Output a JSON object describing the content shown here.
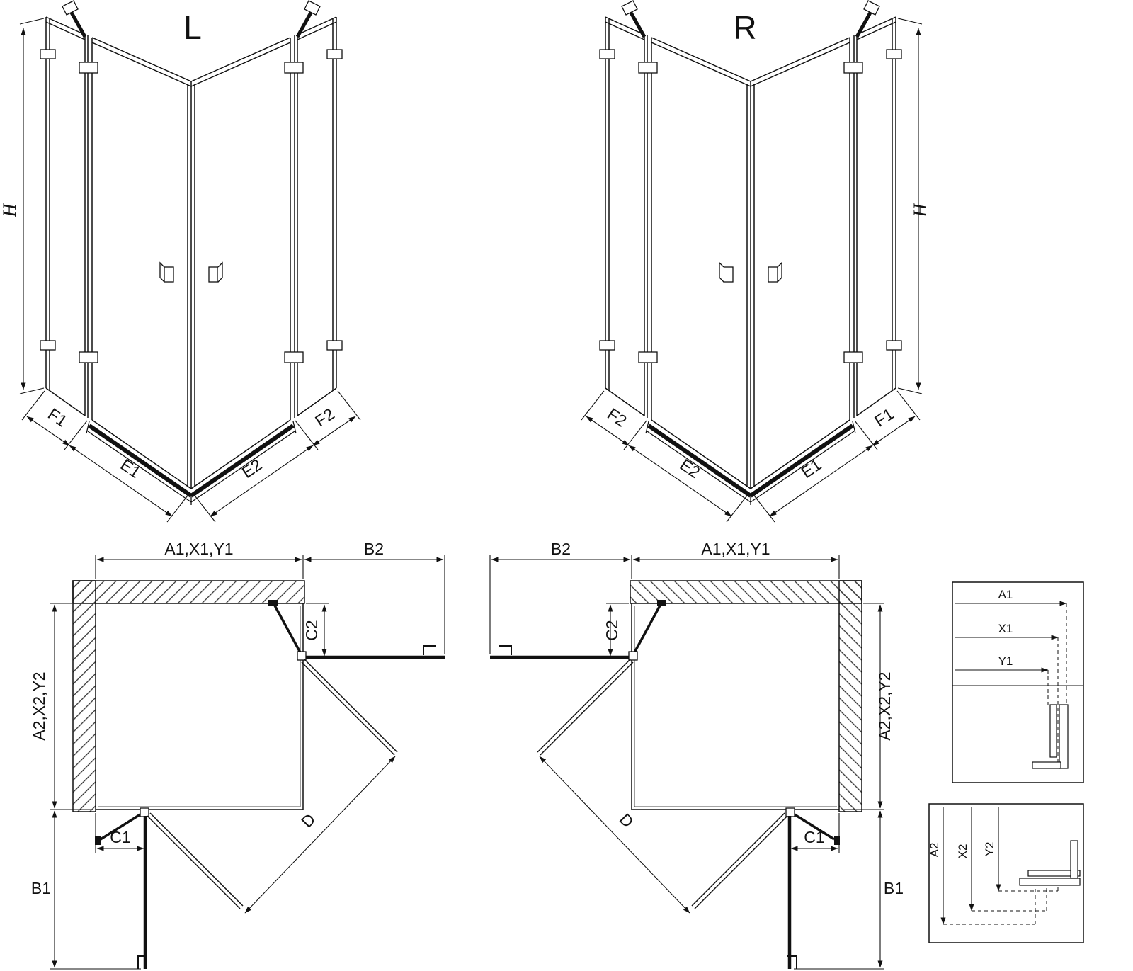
{
  "colors": {
    "line": "#111111",
    "background": "#ffffff"
  },
  "perspective_left": {
    "view_label": "L",
    "height_label": "H",
    "fixed_left": "F1",
    "door_left": "E1",
    "door_right": "E2",
    "fixed_right": "F2"
  },
  "perspective_right": {
    "view_label": "R",
    "height_label": "H",
    "fixed_left": "F2",
    "door_left": "E2",
    "door_right": "E1",
    "fixed_right": "F1"
  },
  "plan_left": {
    "width_top": "A1,X1,Y1",
    "side_panel_top": "B2",
    "door_top": "C2",
    "depth_side": "A2,X2,Y2",
    "diagonal": "D",
    "door_bottom": "C1",
    "side_panel_bottom": "B1"
  },
  "plan_right": {
    "width_top": "A1,X1,Y1",
    "side_panel_top": "B2",
    "door_top": "C2",
    "depth_side": "A2,X2,Y2",
    "diagonal": "D",
    "door_bottom": "C1",
    "side_panel_bottom": "B1"
  },
  "detail_top": {
    "a1": "A1",
    "x1": "X1",
    "y1": "Y1"
  },
  "detail_bottom": {
    "a2": "A2",
    "x2": "X2",
    "y2": "Y2"
  }
}
